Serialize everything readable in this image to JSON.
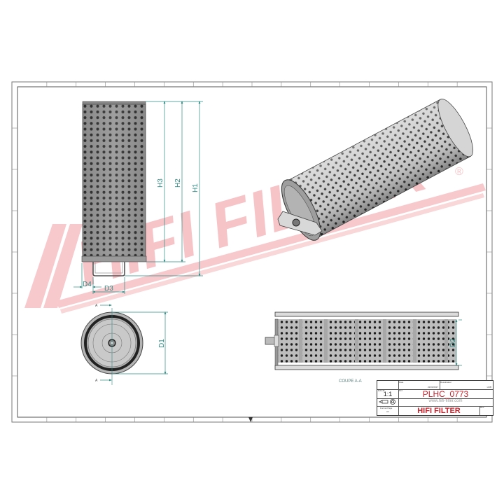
{
  "drawing": {
    "watermark": {
      "text": "HIFI FILTER",
      "registered_mark": "®",
      "color": "#f7c9cc"
    },
    "dimension_color": "#2e8b84",
    "dimensions": {
      "height_labels": [
        "H3",
        "H2",
        "H1"
      ],
      "bottom_labels": [
        "D4",
        "D3"
      ],
      "end_view_label": "D1",
      "section_view_label": "D2"
    },
    "section_marker": "A",
    "section_caption": "COUPE A-A"
  },
  "title_block": {
    "part_number": "PLHC_0773",
    "website": "www.hifi-filter.com",
    "brand": "HIFI FILTER",
    "scale": "1:1",
    "scale_label": "Echelle",
    "date_label": "Date",
    "designer_label": "Dessinateur",
    "ref_label": "Réf.",
    "rev_label": "Rev.",
    "format_label": "Format Page",
    "format_value": "A4",
    "date_value": "22/03/2017",
    "designer_value": "HUB",
    "projection_icon": "first-angle-projection-icon",
    "brand_color": "#c8232c"
  }
}
